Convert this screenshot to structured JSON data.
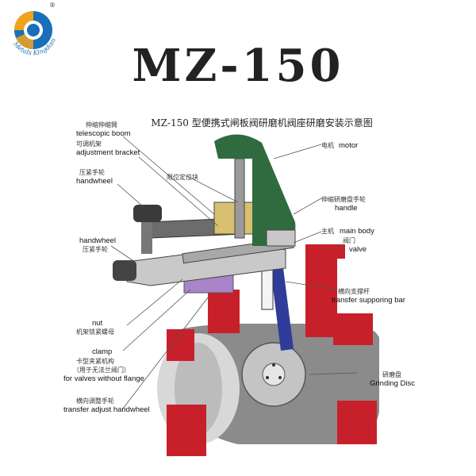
{
  "logo": {
    "text": "Metals Kingdom",
    "registered": "®"
  },
  "title": "MZ-150",
  "caption": "MZ-150 型便携式闸板阀研磨机阀座研磨安装示意图",
  "labels": {
    "telescopic_cn": "伸缩伸缩臂",
    "telescopic_en": "telescopic boom",
    "bracket_cn": "可调机架",
    "bracket_en": "adjustment bracket",
    "handwheel_top_cn": "压紧手轮",
    "handwheel_top_en": "handwheel",
    "locating_cn": "限位定位块",
    "motor_cn": "电机",
    "motor_en": "motor",
    "handle_cn": "伸缩研磨盘手轮",
    "handle_en": "handle",
    "main_body_cn": "主机",
    "main_body_en": "main body",
    "valve_cn": "阀门",
    "valve_en": "valve",
    "handwheel_mid_en": "handwheel",
    "handwheel_mid_cn": "压紧手轮",
    "transfer_bar_cn": "横向支撑杆",
    "transfer_bar_en": "transfer supporing bar",
    "nut_en": "nut",
    "nut_cn": "机架锁紧螺母",
    "clamp_en": "clamp",
    "clamp_cn1": "卡型夹紧机构",
    "clamp_cn2": "（用于无法兰阀门）",
    "clamp_en2": "for valves without flange",
    "adjust_cn": "横向调整手轮",
    "adjust_en": "transfer adjust handwheel",
    "disc_cn": "研磨盘",
    "disc_en": "Grinding Disc"
  }
}
